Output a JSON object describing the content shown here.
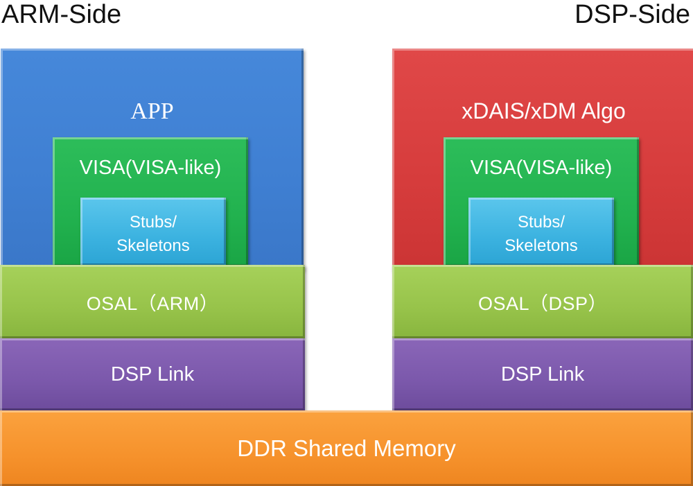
{
  "arm_side": {
    "title": "ARM-Side",
    "outer_label": "APP",
    "visa_label": "VISA(VISA-like)",
    "stubs_line1": "Stubs/",
    "stubs_line2": "Skeletons",
    "osal_label": "OSAL（ARM）",
    "link_label": "DSP Link"
  },
  "dsp_side": {
    "title": "DSP-Side",
    "outer_label": "xDAIS/xDM Algo",
    "visa_label": "VISA(VISA-like)",
    "stubs_line1": "Stubs/",
    "stubs_line2": "Skeletons",
    "osal_label": "OSAL（DSP）",
    "link_label": "DSP Link"
  },
  "shared": {
    "ddr_label": "DDR Shared Memory"
  },
  "colors": {
    "app_blue": "#3f7fd2",
    "algo_red": "#d63c3c",
    "visa_green": "#22b24f",
    "stubs_cyan": "#3bb2e0",
    "osal_lime": "#97c34a",
    "link_purple": "#7b58ab",
    "ddr_orange": "#f6922c"
  }
}
